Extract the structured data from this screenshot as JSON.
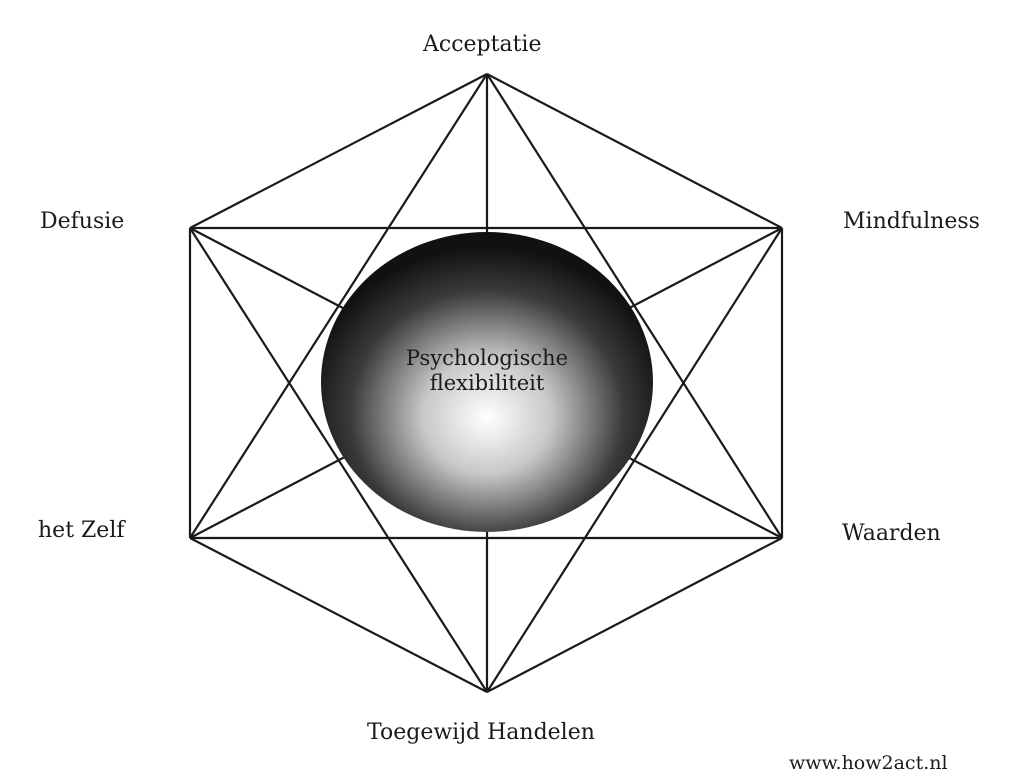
{
  "diagram": {
    "nodes": {
      "top": "Acceptatie",
      "upper_left": "Defusie",
      "upper_right": "Mindfulness",
      "lower_left": "het Zelf",
      "lower_right": "Waarden",
      "bottom": "Toegewijd Handelen"
    },
    "center": {
      "line1": "Psychologische",
      "line2": "flexibiliteit"
    },
    "credit": "www.how2act.nl",
    "colors": {
      "stroke": "#1a1a1a",
      "sphere_highlight": "#ffffff",
      "sphere_edge": "#111111"
    }
  }
}
